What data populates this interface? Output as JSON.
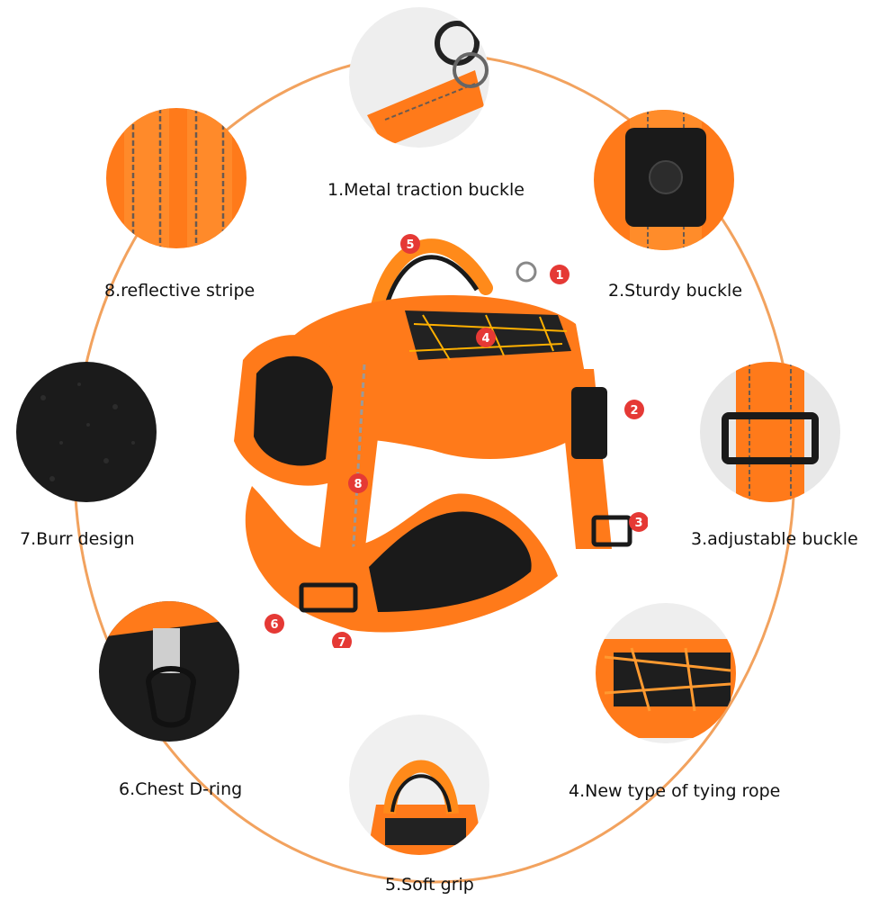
{
  "features": [
    {
      "label": "1.Metal traction buckle",
      "marker": "1",
      "icon": "metal-traction-buckle-icon"
    },
    {
      "label": "2.Sturdy buckle",
      "marker": "2",
      "icon": "sturdy-buckle-icon"
    },
    {
      "label": "3.adjustable buckle",
      "marker": "3",
      "icon": "adjustable-buckle-icon"
    },
    {
      "label": "4.New type of tying rope",
      "marker": "4",
      "icon": "tying-rope-icon"
    },
    {
      "label": "5.Soft grip",
      "marker": "5",
      "icon": "soft-grip-icon"
    },
    {
      "label": "6.Chest D-ring",
      "marker": "6",
      "icon": "chest-d-ring-icon"
    },
    {
      "label": "7.Burr design",
      "marker": "7",
      "icon": "burr-design-icon"
    },
    {
      "label": "8.reflective stripe",
      "marker": "8",
      "icon": "reflective-stripe-icon"
    }
  ],
  "colors": {
    "accent": "#ff7a1a",
    "ring": "#f2a25e",
    "marker": "#e53935",
    "padding": "#1a1a1a"
  }
}
